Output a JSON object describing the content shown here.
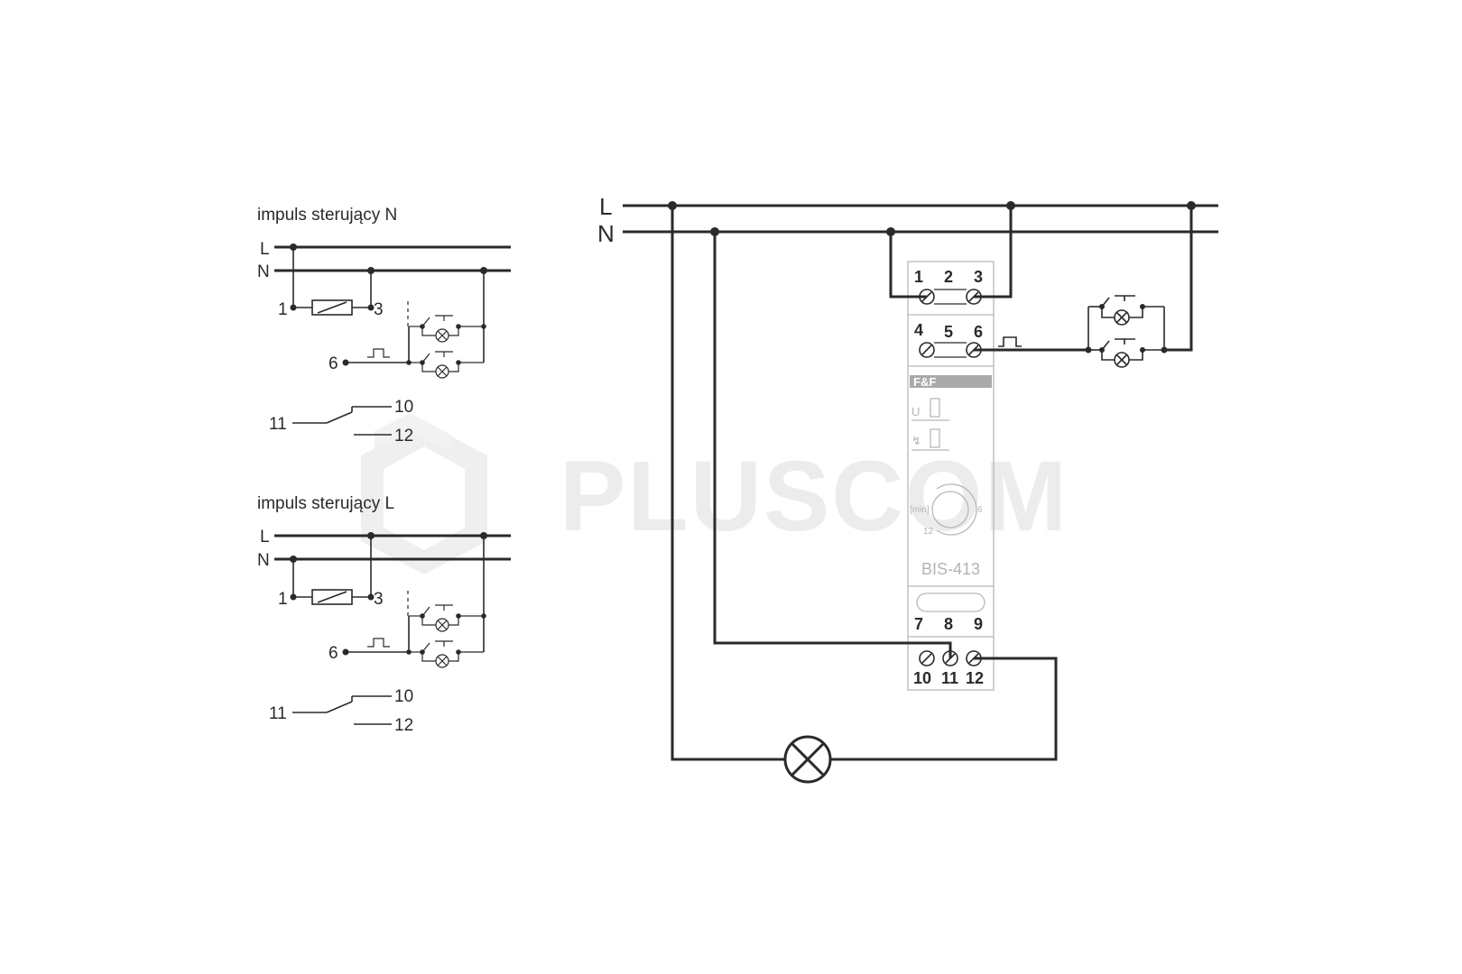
{
  "watermark": {
    "text": "PLUSCOM"
  },
  "panels": [
    {
      "title": "impuls sterujący N",
      "rail_L": "L",
      "rail_N": "N",
      "coil_left": "1",
      "coil_right": "3",
      "input": "6",
      "contact_common": "11",
      "contact_no": "10",
      "contact_nc": "12"
    },
    {
      "title": "impuls sterujący L",
      "rail_L": "L",
      "rail_N": "N",
      "coil_left": "1",
      "coil_right": "3",
      "input": "6",
      "contact_common": "11",
      "contact_no": "10",
      "contact_nc": "12"
    }
  ],
  "main": {
    "rail_L": "L",
    "rail_N": "N",
    "device": {
      "model": "BIS-413",
      "logo": "F&F",
      "led_u": "U",
      "led_relay": "↯",
      "knob_unit": "[min]",
      "knob_mark_6": "6",
      "knob_mark_12": "12",
      "terminals_top_row1": [
        "1",
        "2",
        "3"
      ],
      "terminals_top_row2": [
        "4",
        "5",
        "6"
      ],
      "terminals_mid": [
        "7",
        "8",
        "9"
      ],
      "terminals_bottom": [
        "10",
        "11",
        "12"
      ]
    }
  },
  "colors": {
    "line": "#2a2a2a",
    "device_outline": "#b8b8b8",
    "watermark": "#ececec"
  }
}
